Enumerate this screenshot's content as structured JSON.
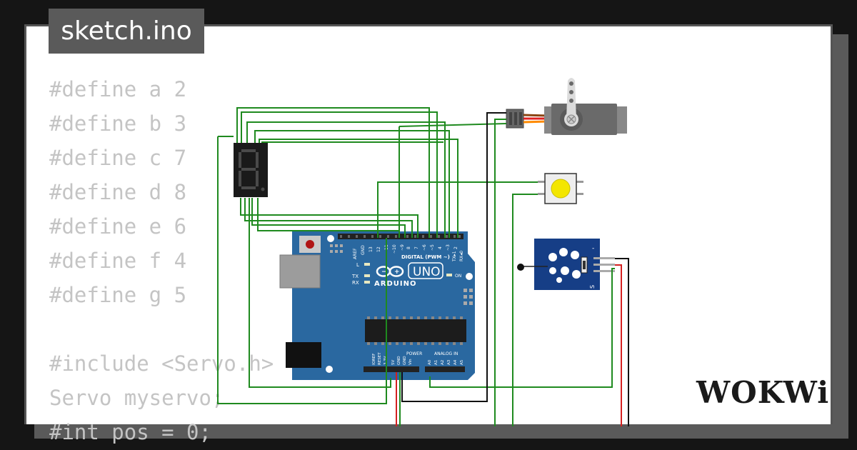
{
  "file": {
    "name": "sketch.ino"
  },
  "brand": {
    "name": "WOKWi"
  },
  "code_lines": [
    "#define a 2",
    "#define b 3",
    "#define c 7",
    "#define d 8",
    "#define e 6",
    "#define f 4",
    "#define g 5",
    "",
    "#include <Servo.h>",
    "Servo myservo;",
    "#int pos = 0;"
  ],
  "board": {
    "logo_text": "ARDUINO",
    "model": "UNO",
    "digital_label": "DIGITAL (PWM ~)",
    "analog_label": "ANALOG IN",
    "power_label": "POWER",
    "top_pins": [
      "AREF",
      "GND",
      "13",
      "12",
      "~11",
      "~10",
      "~9",
      "8",
      "7",
      "~6",
      "~5",
      "4",
      "~3",
      "2",
      "TX▸1",
      "RX◂0"
    ],
    "power_pins": [
      "IOREF",
      "RESET",
      "3.3V",
      "5V",
      "GND",
      "GND",
      "Vin"
    ],
    "analog_pins": [
      "A0",
      "A1",
      "A2",
      "A3",
      "A4",
      "A5"
    ],
    "led_labels": [
      "L",
      "TX",
      "RX",
      "ON"
    ]
  },
  "sensor": {
    "pin_labels": [
      "-",
      "S"
    ]
  },
  "colors": {
    "wire_green": "#1f8a1f",
    "wire_black": "#111111",
    "wire_red": "#d42020",
    "board_blue": "#2a68a0",
    "sensor_blue": "#163e86",
    "button_yellow": "#f3e600"
  }
}
